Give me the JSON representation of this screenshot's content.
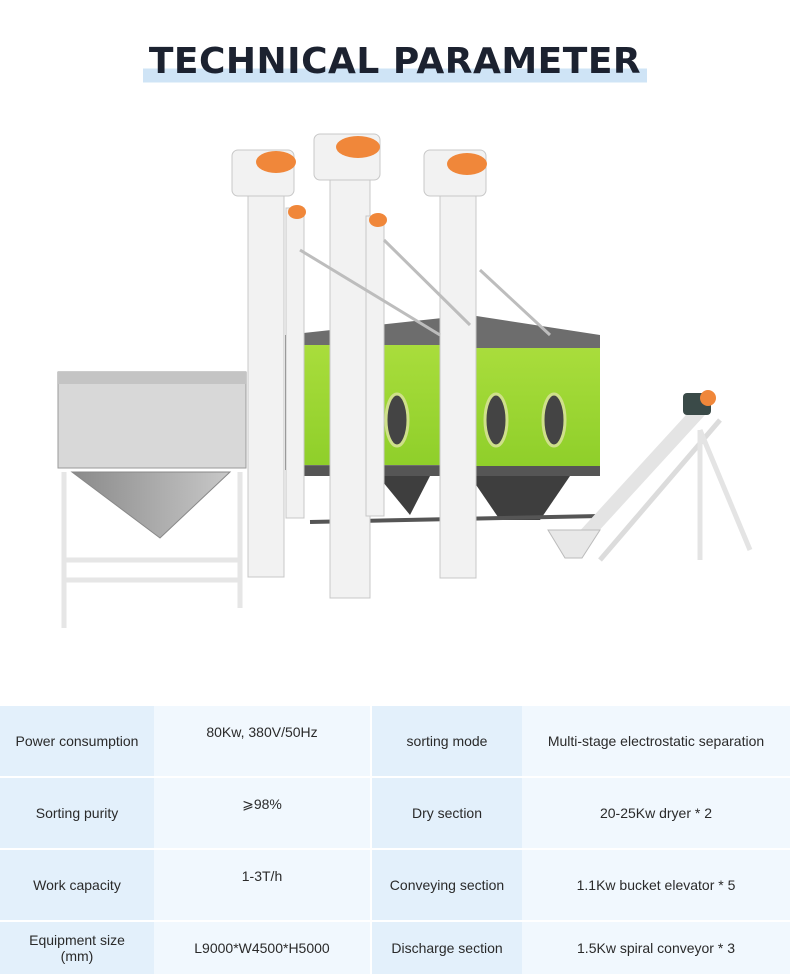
{
  "page": {
    "title": "TECHNICAL PARAMETER",
    "accent_color": "#cfe4f6",
    "label_cell_color": "#e3f0fb",
    "value_cell_color": "#f1f8fe"
  },
  "image": {
    "subject": "machine-illustration",
    "icon": "electrostatic-separator-machine"
  },
  "params": {
    "rows": [
      {
        "label": "Power consumption",
        "value": "80Kw, 380V/50Hz",
        "label2": "sorting mode",
        "value2": "Multi-stage electrostatic separation"
      },
      {
        "label": "Sorting purity",
        "value": "⩾98%",
        "label2": "Dry section",
        "value2": "20-25Kw dryer * 2"
      },
      {
        "label": "Work capacity",
        "value": "1-3T/h",
        "label2": "Conveying section",
        "value2": "1.1Kw bucket elevator * 5"
      },
      {
        "label": "Equipment size\n(mm)",
        "value": "L9000*W4500*H5000",
        "label2": "Discharge section",
        "value2": "1.5Kw spiral conveyor * 3"
      }
    ]
  }
}
